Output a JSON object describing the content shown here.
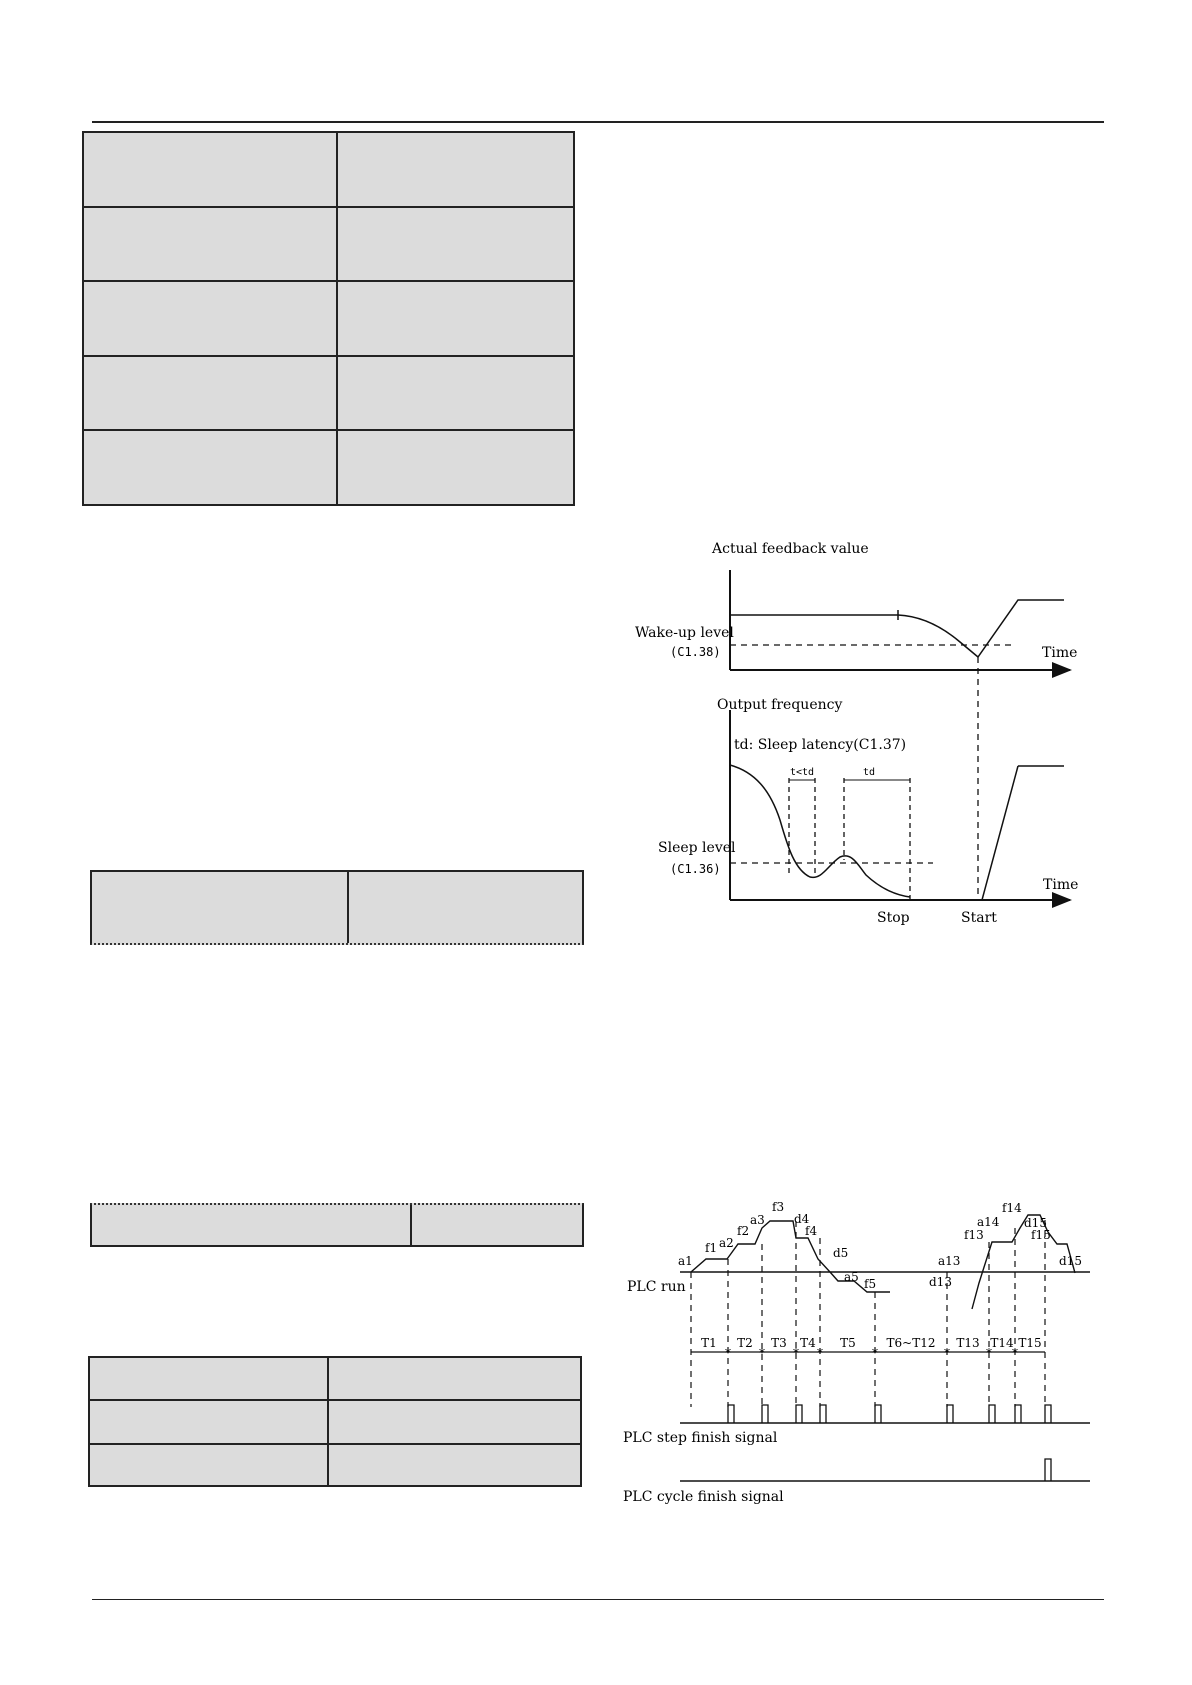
{
  "sleep_figure": {
    "feedback_axis_label": "Actual feedback value",
    "wakeup_label": "Wake-up level",
    "wakeup_param": "(C1.38)",
    "time_label": "Time",
    "output_axis_label": "Output frequency",
    "latency_label": "td: Sleep latency(C1.37)",
    "t_less_label": "t<td",
    "td_label": "td",
    "sleep_label": "Sleep level",
    "sleep_param": "(C1.36)",
    "stop_label": "Stop",
    "start_label": "Start"
  },
  "plc_figure": {
    "run_label": "PLC run",
    "step_label": "PLC step finish signal",
    "cycle_label": "PLC cycle finish signal",
    "labels": {
      "a1": "a1",
      "f1": "f1",
      "a2": "a2",
      "f2": "f2",
      "a3": "a3",
      "f3": "f3",
      "d4": "d4",
      "f4": "f4",
      "d5": "d5",
      "a5": "a5",
      "f5": "f5",
      "a13": "a13",
      "d13": "d13",
      "f13": "f13",
      "a14": "a14",
      "f14": "f14",
      "d15": "d15",
      "f15": "f15",
      "d15b": "d15"
    },
    "segments": [
      "T1",
      "T2",
      "T3",
      "T4",
      "T5",
      "T6~T12",
      "T13",
      "T14",
      "T15"
    ]
  }
}
